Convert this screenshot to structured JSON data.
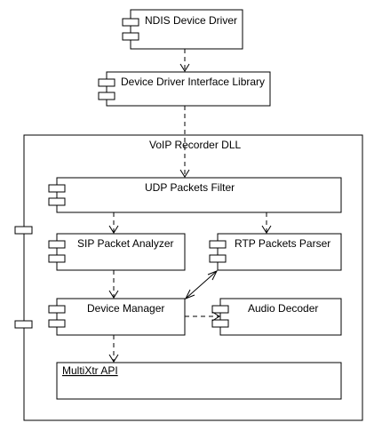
{
  "diagram": {
    "type": "UML component diagram",
    "components": {
      "ndis_driver": "NDIS Device Driver",
      "ddi_library": "Device Driver Interface Library",
      "voip_dll": "VoIP Recorder DLL",
      "udp_filter": "UDP Packets Filter",
      "sip_analyzer": "SIP Packet Analyzer",
      "rtp_parser": "RTP Packets Parser",
      "device_manager": "Device Manager",
      "audio_decoder": "Audio Decoder",
      "multixtr_api": "MultiXtr API"
    },
    "connections": [
      {
        "from": "NDIS Device Driver",
        "to": "Device Driver Interface Library",
        "style": "dashed"
      },
      {
        "from": "Device Driver Interface Library",
        "to": "UDP Packets Filter",
        "style": "dashed"
      },
      {
        "from": "UDP Packets Filter",
        "to": "SIP Packet Analyzer",
        "style": "dashed"
      },
      {
        "from": "UDP Packets Filter",
        "to": "RTP Packets Parser",
        "style": "dashed"
      },
      {
        "from": "SIP Packet Analyzer",
        "to": "Device Manager",
        "style": "dashed"
      },
      {
        "from": "Device Manager",
        "to": "RTP Packets Parser",
        "style": "solid-bidirectional"
      },
      {
        "from": "Device Manager",
        "to": "Audio Decoder",
        "style": "dashed"
      },
      {
        "from": "Device Manager",
        "to": "MultiXtr API",
        "style": "dashed"
      }
    ]
  }
}
